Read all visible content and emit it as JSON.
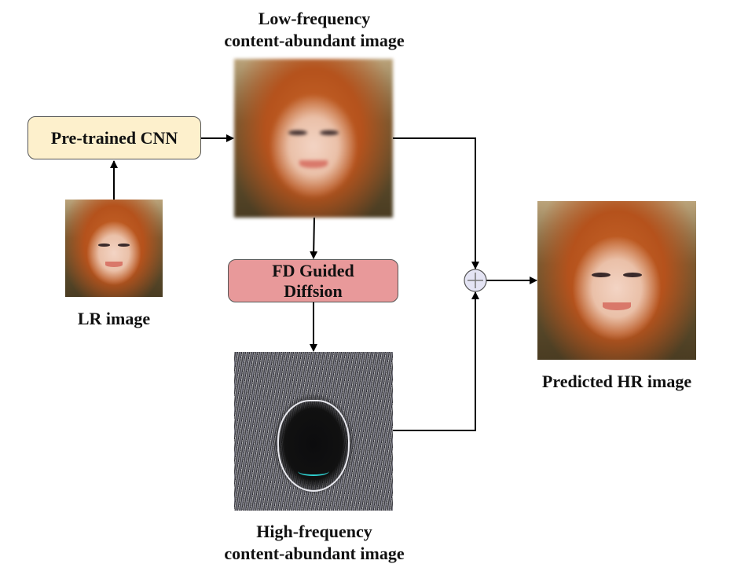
{
  "diagram": {
    "labels": {
      "low_freq_line1": "Low-frequency",
      "low_freq_line2": "content-abundant image",
      "high_freq_line1": "High-frequency",
      "high_freq_line2": "content-abundant image",
      "lr_image": "LR image",
      "predicted_hr": "Predicted HR image"
    },
    "nodes": {
      "cnn": {
        "label": "Pre-trained CNN",
        "fill": "#fdf0cc"
      },
      "fd_guided_line1": "FD Guided",
      "fd_guided_line2": "Diffsion",
      "fd_guided_fill": "#e8999a",
      "sum": {
        "symbol": "+",
        "fill": "#e4e4f4"
      }
    },
    "edges": [
      {
        "from": "LR image",
        "to": "Pre-trained CNN"
      },
      {
        "from": "Pre-trained CNN",
        "to": "Low-frequency content-abundant image"
      },
      {
        "from": "Low-frequency content-abundant image",
        "to": "FD Guided Diffsion"
      },
      {
        "from": "FD Guided Diffsion",
        "to": "High-frequency content-abundant image"
      },
      {
        "from": "Low-frequency content-abundant image",
        "to": "sum"
      },
      {
        "from": "High-frequency content-abundant image",
        "to": "sum"
      },
      {
        "from": "sum",
        "to": "Predicted HR image"
      }
    ]
  }
}
